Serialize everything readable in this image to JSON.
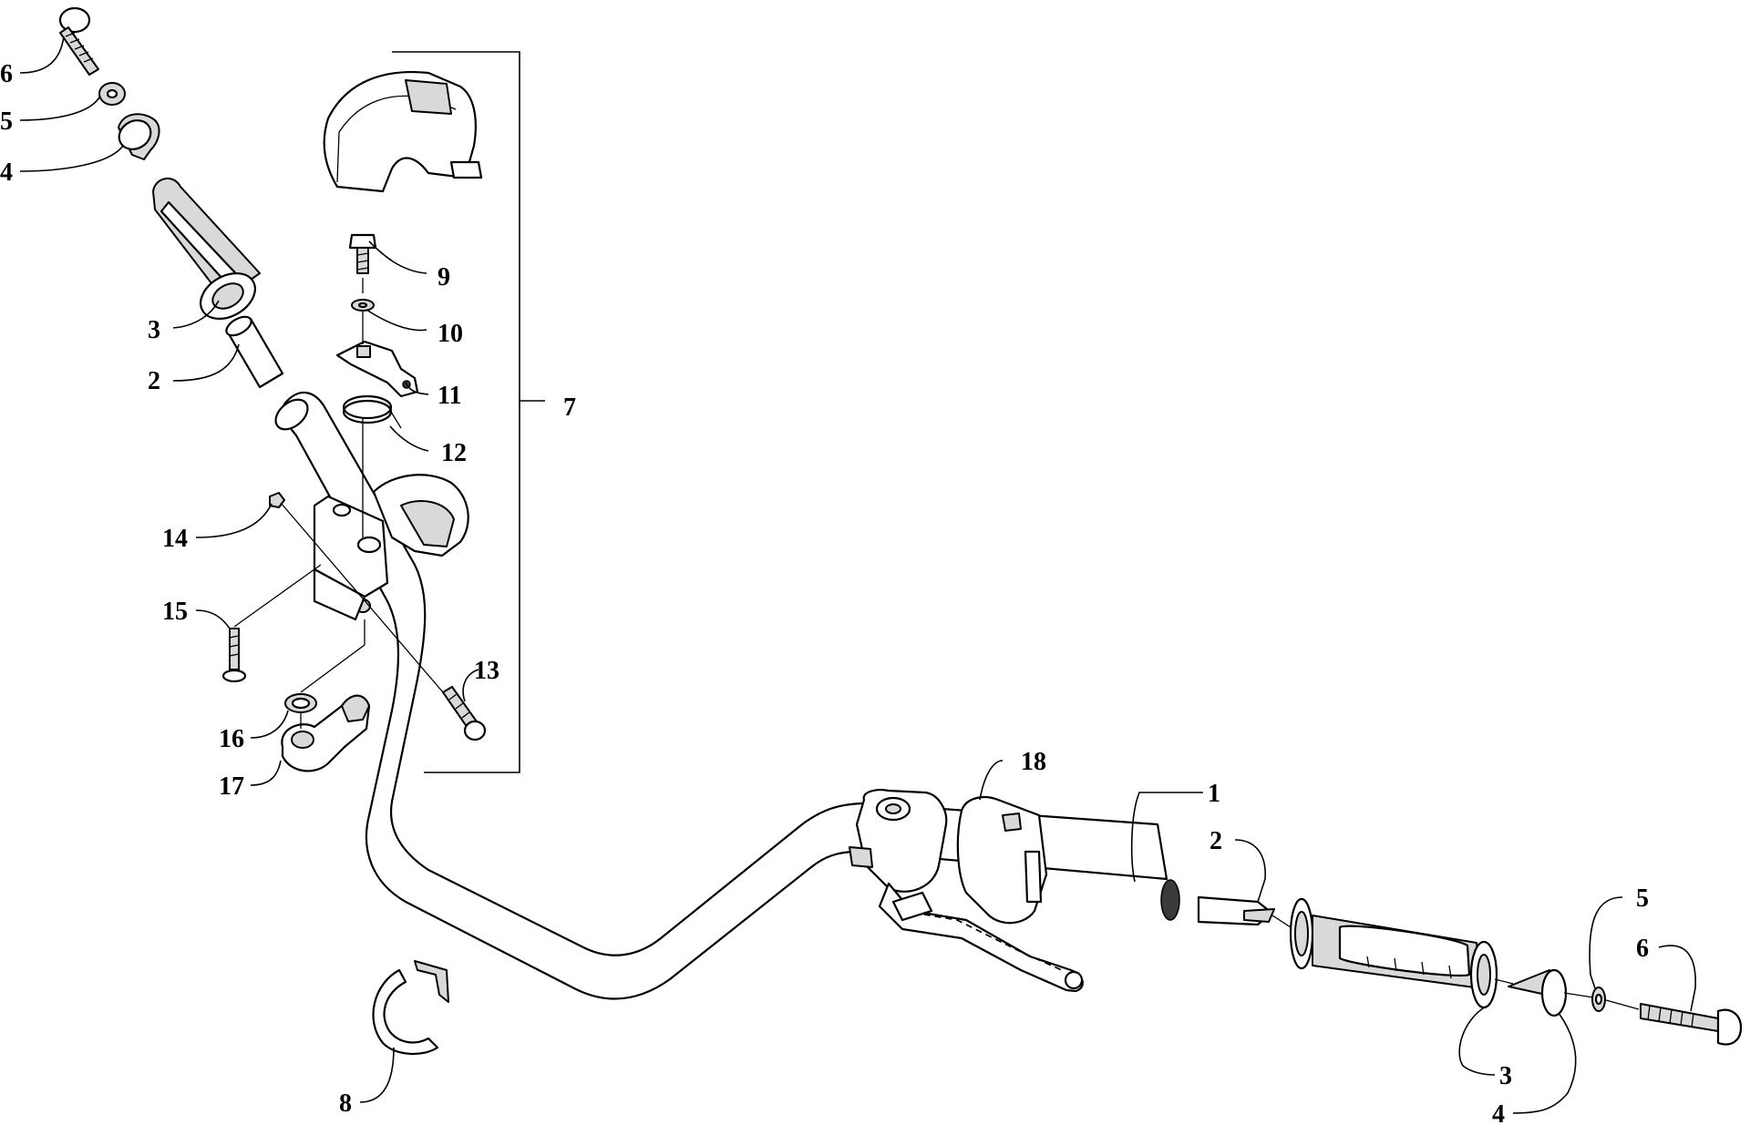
{
  "diagram": {
    "callouts": {
      "c6a": "6",
      "c5a": "5",
      "c4a": "4",
      "c3a": "3",
      "c2a": "2",
      "c9": "9",
      "c10": "10",
      "c11": "11",
      "c12": "12",
      "c7": "7",
      "c14": "14",
      "c15": "15",
      "c13": "13",
      "c16": "16",
      "c17": "17",
      "c8": "8",
      "c18": "18",
      "c1": "1",
      "c2b": "2",
      "c5b": "5",
      "c6b": "6",
      "c3b": "3",
      "c4b": "4"
    },
    "colors": {
      "ink": "#000000",
      "paper": "#ffffff",
      "fill": "#d9d9d9"
    }
  }
}
